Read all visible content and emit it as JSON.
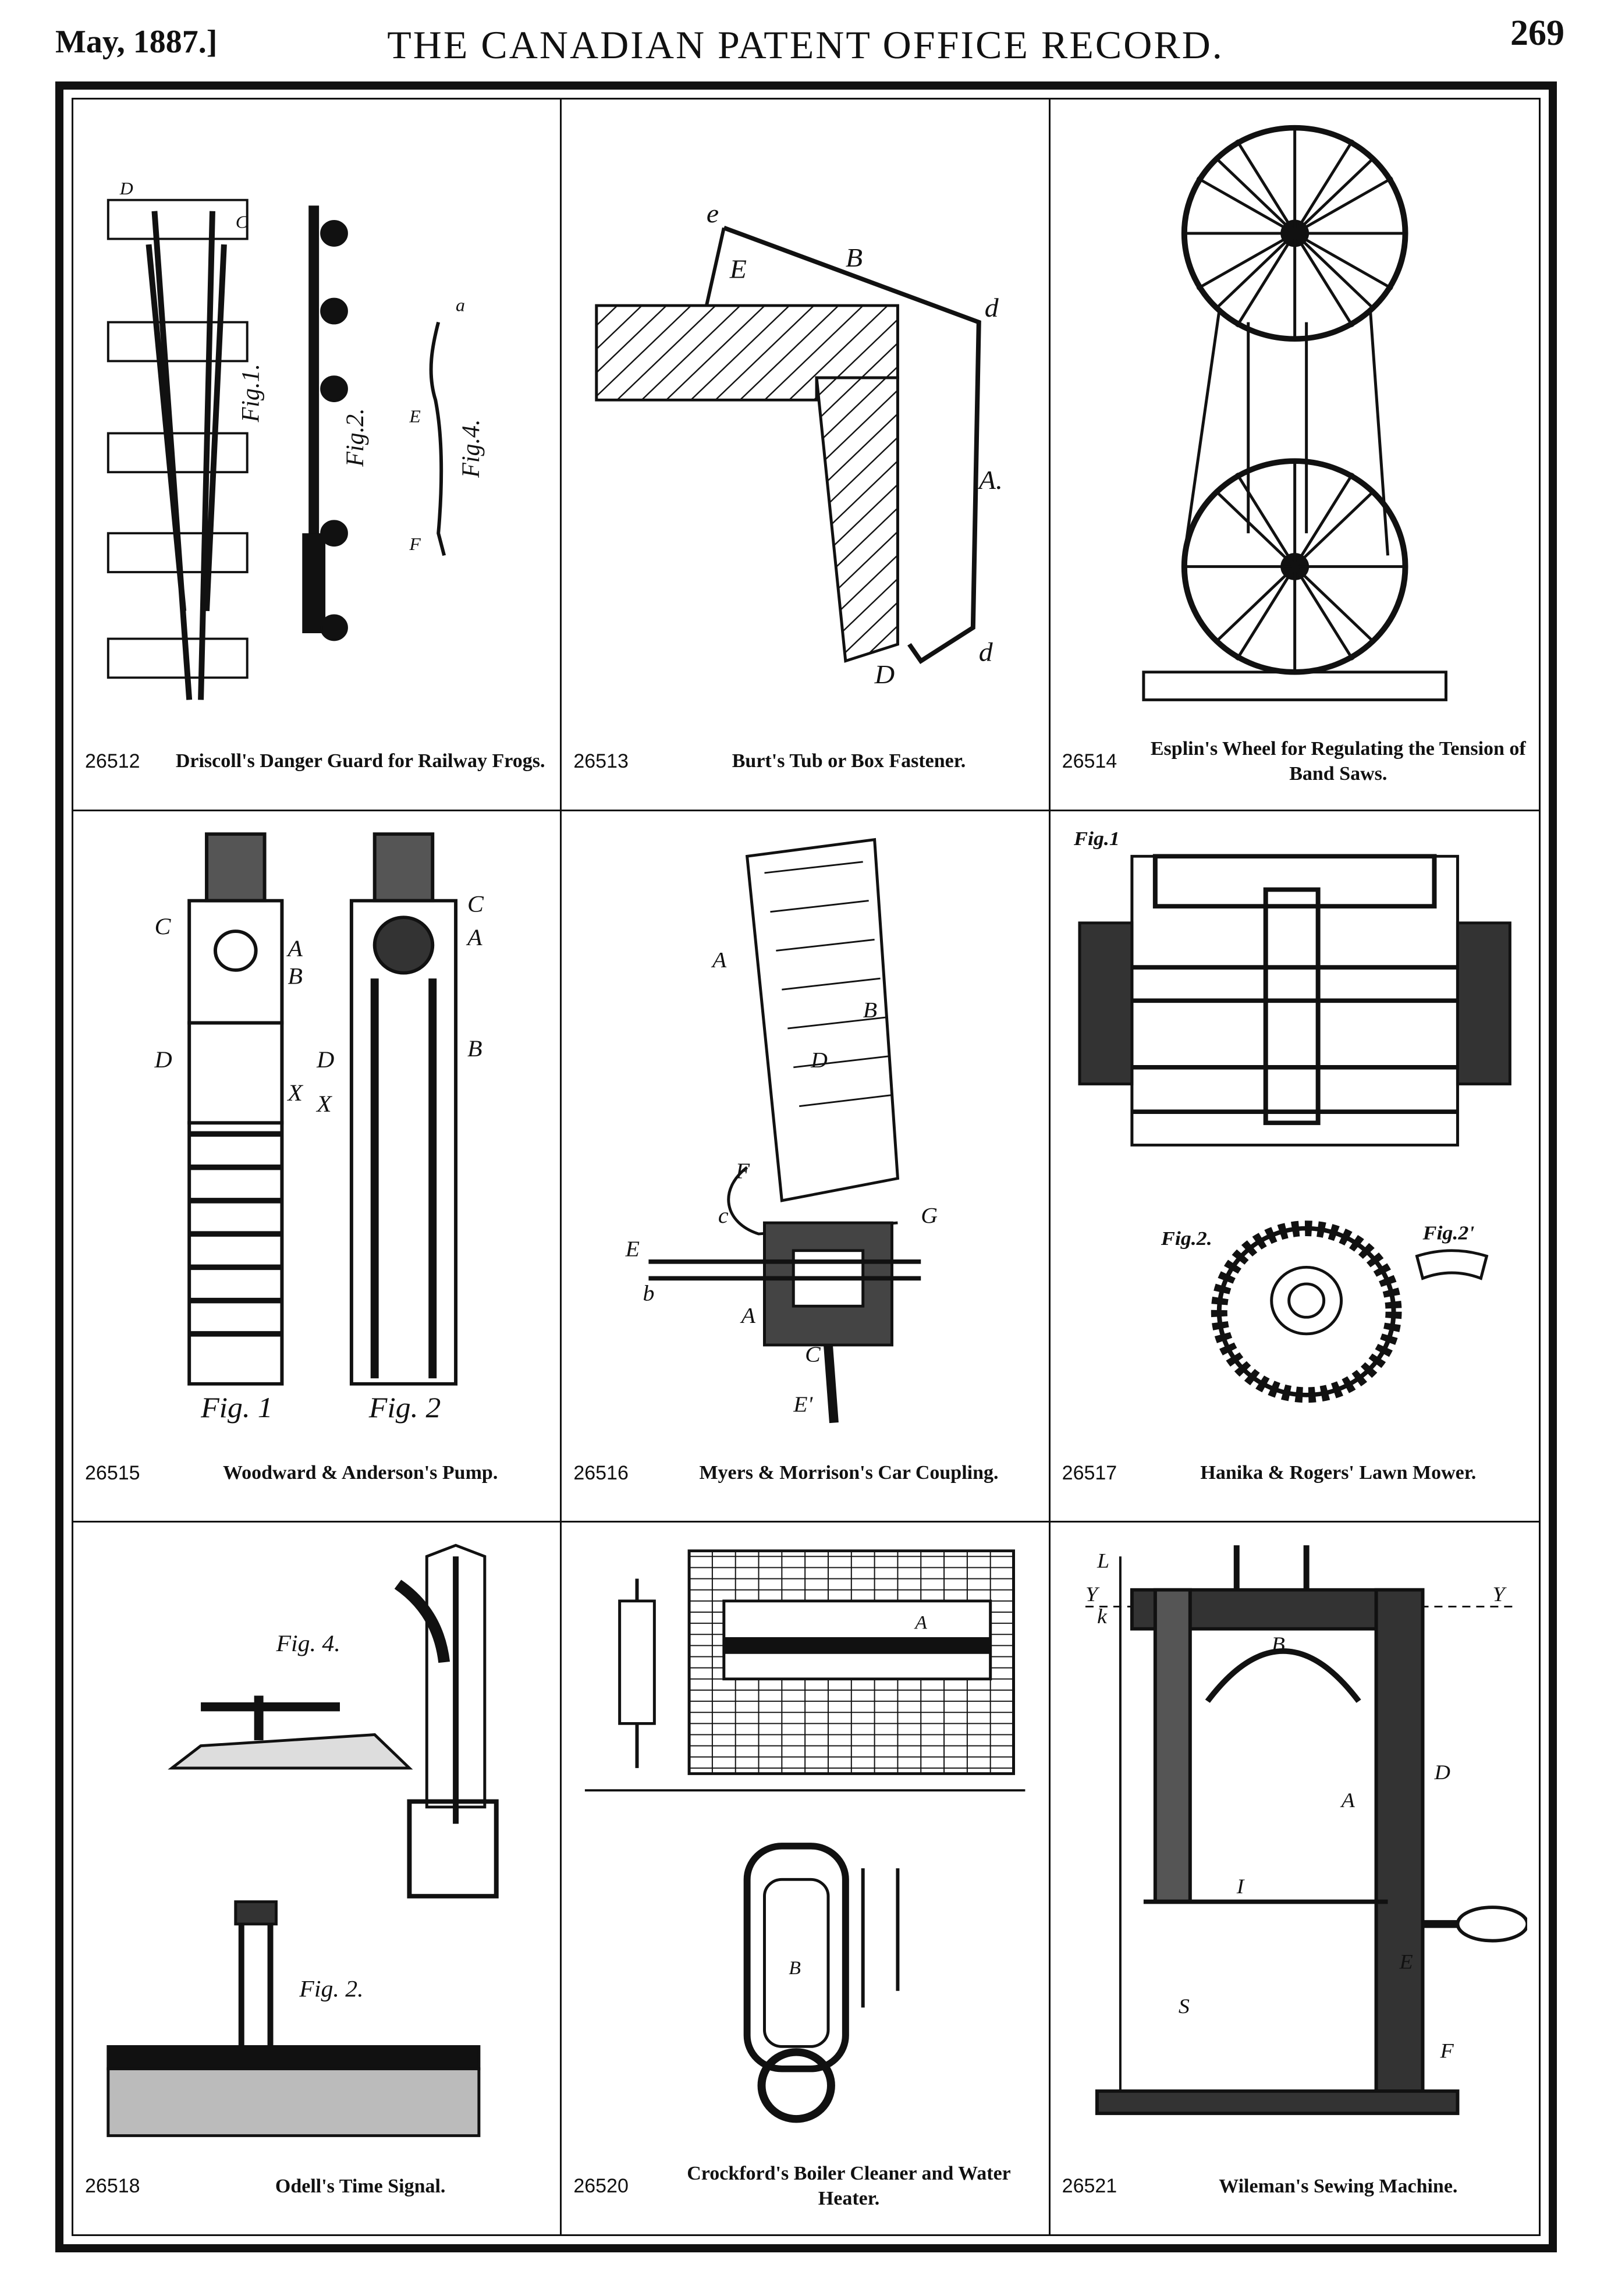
{
  "header": {
    "date": "May, 1887.]",
    "title": "THE CANADIAN PATENT OFFICE RECORD.",
    "page": "269"
  },
  "patents": [
    {
      "number": "26512",
      "title": "Driscoll's Danger Guard for Railway Frogs.",
      "figure_labels": [
        "Fig.1.",
        "Fig.2.",
        "Fig.4.",
        "E",
        "F",
        "D",
        "C",
        "a"
      ]
    },
    {
      "number": "26513",
      "title": "Burt's Tub or Box Fastener.",
      "figure_labels": [
        "e",
        "E",
        "B",
        "d",
        "A.",
        "D",
        "d"
      ]
    },
    {
      "number": "26514",
      "title": "Esplin's Wheel for Regulating the Tension of Band Saws.",
      "figure_labels": []
    },
    {
      "number": "26515",
      "title": "Woodward & Anderson's Pump.",
      "figure_labels": [
        "C",
        "A",
        "B",
        "D",
        "X",
        "C",
        "A",
        "D",
        "B",
        "X",
        "Fig. 1",
        "Fig. 2"
      ]
    },
    {
      "number": "26516",
      "title": "Myers & Morrison's Car Coupling.",
      "figure_labels": [
        "A",
        "D",
        "B",
        "F",
        "c",
        "E",
        "b",
        "A",
        "C",
        "E'",
        "G"
      ]
    },
    {
      "number": "26517",
      "title": "Hanika & Rogers' Lawn Mower.",
      "figure_labels": [
        "Fig.1",
        "Fig.2.",
        "Fig.2'"
      ]
    },
    {
      "number": "26518",
      "title": "Odell's Time Signal.",
      "figure_labels": [
        "Fig. 4.",
        "Fig. 2."
      ]
    },
    {
      "number": "26520",
      "title": "Crockford's Boiler Cleaner and Water Heater.",
      "figure_labels": [
        "A",
        "B"
      ]
    },
    {
      "number": "26521",
      "title": "Wileman's Sewing Machine.",
      "figure_labels": [
        "Y",
        "Y",
        "L",
        "k",
        "B",
        "A",
        "D",
        "I",
        "S",
        "F",
        "E"
      ]
    }
  ]
}
